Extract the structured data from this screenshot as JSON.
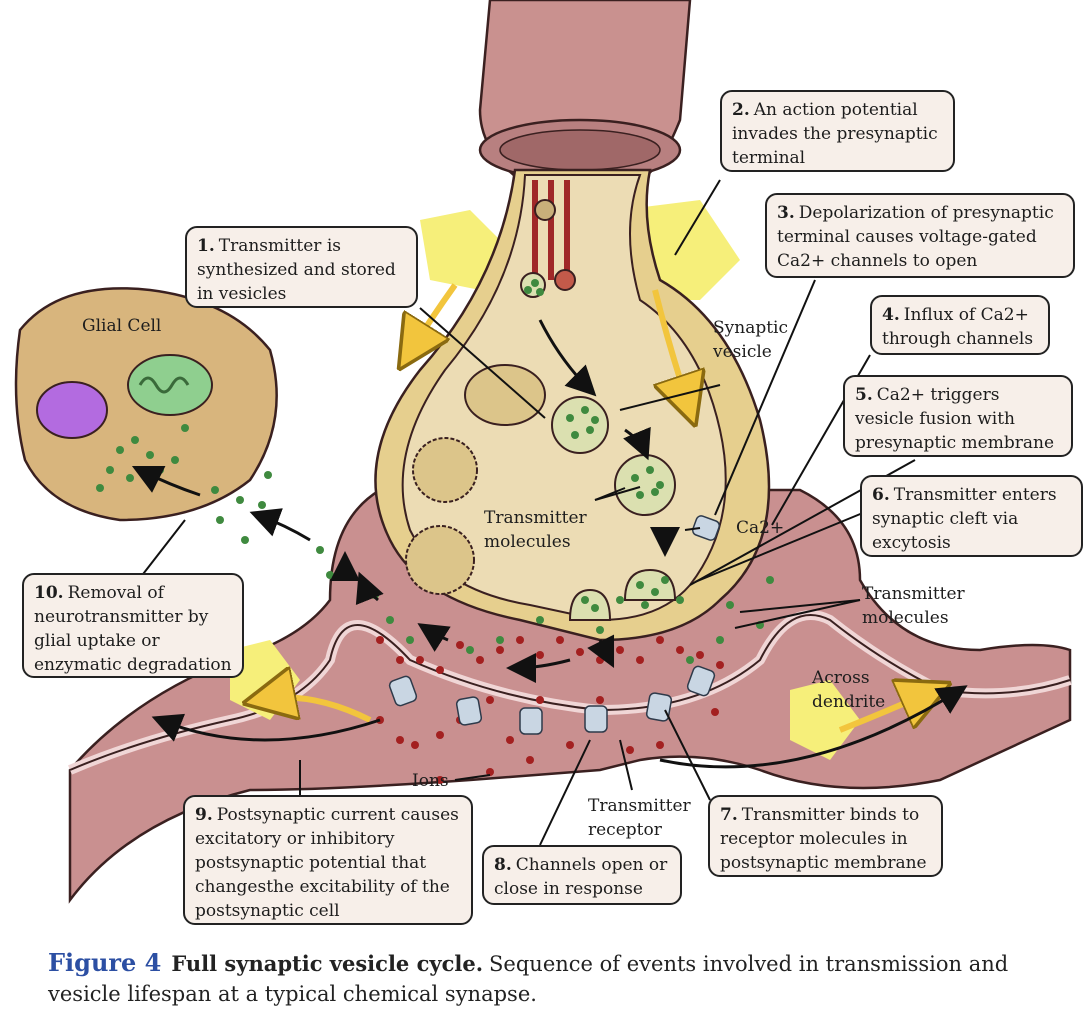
{
  "steps": [
    {
      "num": "1.",
      "text": "Transmitter is synthesized and stored in vesicles"
    },
    {
      "num": "2.",
      "text": "An action potential invades the presynaptic terminal"
    },
    {
      "num": "3.",
      "text": "Depolarization of presynaptic terminal causes voltage-gated Ca2+ channels to open"
    },
    {
      "num": "4.",
      "text": "Influx of Ca2+ through channels"
    },
    {
      "num": "5.",
      "text": "Ca2+ triggers vesicle fusion with presynaptic membrane"
    },
    {
      "num": "6.",
      "text": "Transmitter enters synaptic cleft via excytosis"
    },
    {
      "num": "7.",
      "text": "Transmitter binds to receptor molecules in postsynaptic membrane"
    },
    {
      "num": "8.",
      "text": "Channels open or close in response"
    },
    {
      "num": "9.",
      "text": "Postsynaptic current causes excitatory or inhibitory postsynaptic potential that changesthe excitability of the postsynaptic cell"
    },
    {
      "num": "10.",
      "text": "Removal of neurotransmitter by glial uptake or enzymatic degradation"
    }
  ],
  "labels": {
    "glial_cell": "Glial Cell",
    "synaptic_vesicle_1": "Synaptic",
    "synaptic_vesicle_2": "vesicle",
    "transmitter_molecules_1": "Transmitter",
    "transmitter_molecules_2": "molecules",
    "ca2": "Ca2+",
    "transmitter_molecules_right_1": "Transmitter",
    "transmitter_molecules_right_2": "molecules",
    "across_dendrite_1": "Across",
    "across_dendrite_2": "dendrite",
    "ions": "Ions",
    "transmitter_receptor_1": "Transmitter",
    "transmitter_receptor_2": "receptor"
  },
  "caption": {
    "number": "Figure 4",
    "title": "Full synaptic vesicle cycle.",
    "text": "Sequence of events involved in transmission and vesicle lifespan at a typical chemical synapse."
  },
  "colors": {
    "axon": "#c9918f",
    "terminal_cytoplasm": "#ecdcb4",
    "terminal_edge": "#d9b46a",
    "postsynaptic": "#c98f8f",
    "glial": "#d8b57d",
    "nucleus": "#b36be0",
    "mitochondrion": "#8fcf8f",
    "transmitter_dot": "#3f8a3f",
    "ion_dot": "#a32020",
    "flash": "#f6ef7a",
    "arrow_yellow": "#f2c53d",
    "caption_accent": "#2c4fa3"
  }
}
